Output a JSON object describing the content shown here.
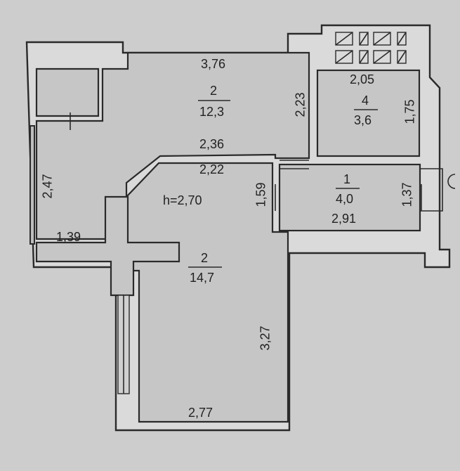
{
  "rooms": [
    {
      "number": "2",
      "area": "12,3"
    },
    {
      "number": "4",
      "area": "3,6"
    },
    {
      "number": "1",
      "area": "4,0"
    },
    {
      "number": "2",
      "area": "14,7"
    }
  ],
  "ceiling_height": "h=2,70",
  "dimensions": {
    "top_width": "3,76",
    "room4_width": "2,05",
    "room2a_height": "2,23",
    "room4_height": "1,75",
    "left_height": "2,47",
    "upper_corridor": "2,36",
    "lower_corridor": "2,22",
    "door_height": "1,59",
    "room1_height": "1,37",
    "room1_width": "2,91",
    "hall_width": "1,39",
    "room2b_height": "3,27",
    "bottom_width": "2,77"
  }
}
